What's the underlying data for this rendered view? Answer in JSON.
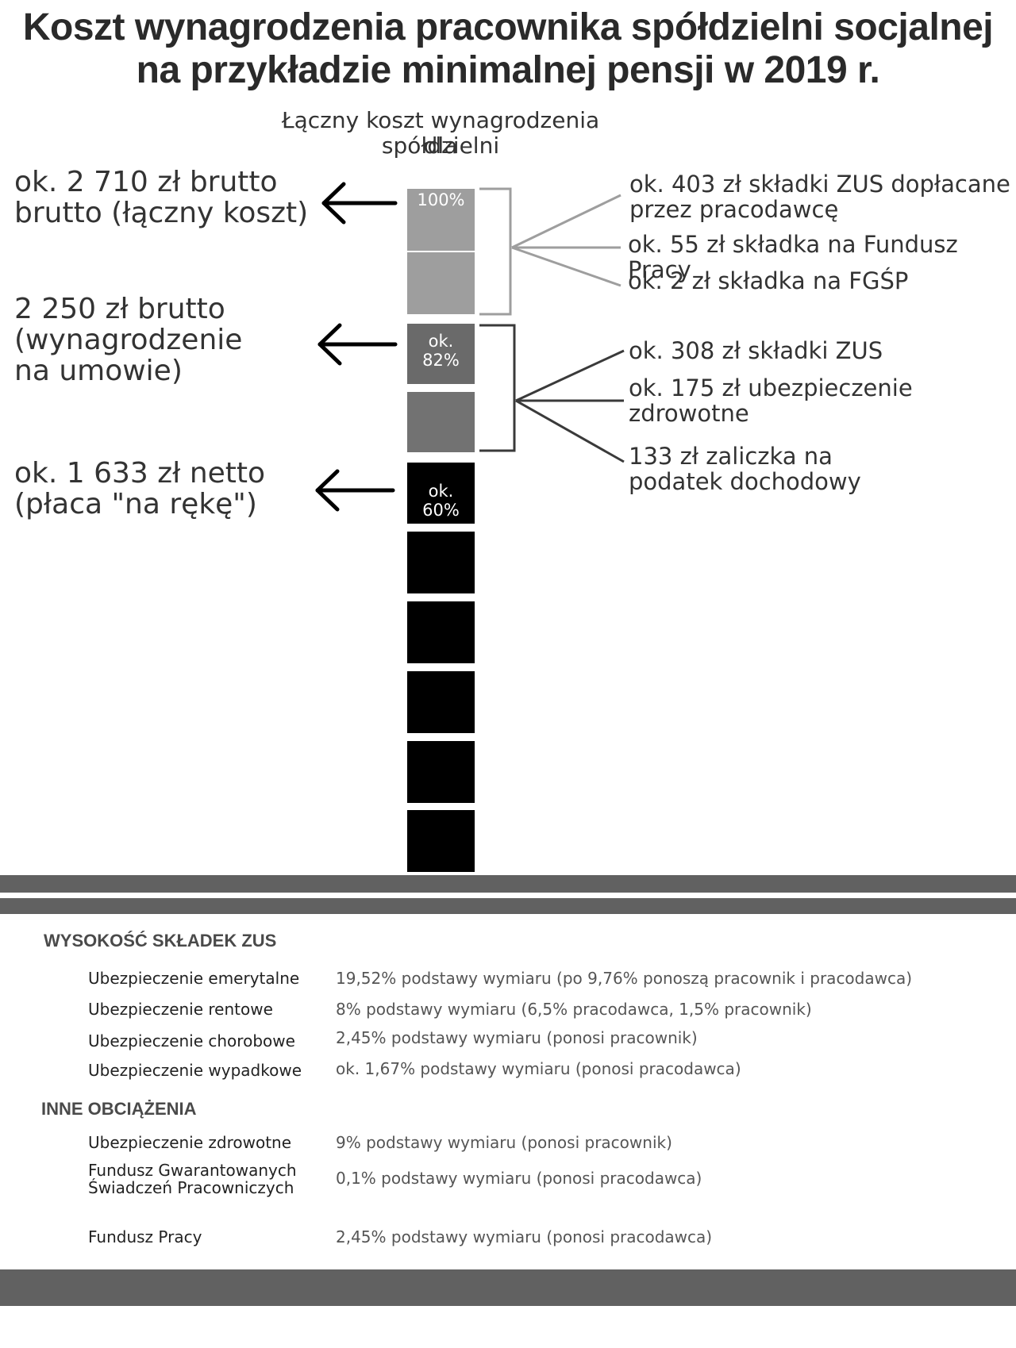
{
  "title": {
    "line1": "Koszt wynagrodzenia pracownika spółdzielni socjalnej",
    "line2": "na przykładzie minimalnej pensji w 2019 r."
  },
  "bar_header": {
    "line1": "Łączny koszt wynagrodzenia dla",
    "line2": "spółdzielni"
  },
  "left_labels": [
    {
      "line1": "ok. 2 710 zł brutto",
      "line2": "brutto (łączny koszt)"
    },
    {
      "line1": "2 250 zł brutto",
      "line2": "(wynagrodzenie",
      "line3": "na umowie)"
    },
    {
      "line1": "ok. 1 633 zł netto",
      "line2": "(płaca \"na rękę\")"
    }
  ],
  "bar": {
    "label_100": "100%",
    "label_82": "ok. 82%",
    "label_60": "ok. 60%",
    "colors": {
      "employer": "#9e9e9e",
      "deductions": "#707070",
      "net": "#000000"
    }
  },
  "right_top": [
    {
      "line1": "ok. 403 zł składki ZUS dopłacane",
      "line2": "przez pracodawcę"
    },
    {
      "line1": "ok. 55 zł składka na Fundusz Pracy"
    },
    {
      "line1": "ok. 2 zł składka na FGŚP"
    }
  ],
  "right_mid": [
    {
      "line1": "ok. 308 zł składki ZUS"
    },
    {
      "line1": "ok. 175 zł ubezpieczenie",
      "line2": "zdrowotne"
    },
    {
      "line1": "133 zł zaliczka na",
      "line2": "podatek dochodowy"
    }
  ],
  "zus_section": {
    "title": "WYSOKOŚĆ SKŁADEK ZUS",
    "rows": [
      {
        "name": "Ubezpieczenie emerytalne",
        "value": "19,52% podstawy wymiaru (po 9,76% ponoszą pracownik i pracodawca)"
      },
      {
        "name": "Ubezpieczenie rentowe",
        "value": "8% podstawy wymiaru (6,5% pracodawca, 1,5% pracownik)"
      },
      {
        "name": "Ubezpieczenie chorobowe",
        "value": "2,45% podstawy wymiaru (ponosi pracownik)"
      },
      {
        "name": "Ubezpieczenie wypadkowe",
        "value": "ok. 1,67% podstawy wymiaru (ponosi pracodawca)"
      }
    ]
  },
  "other_section": {
    "title": "INNE OBCIĄŻENIA",
    "rows": [
      {
        "name": "Ubezpieczenie zdrowotne",
        "value": "9% podstawy wymiaru (ponosi pracownik)"
      },
      {
        "name_line1": "Fundusz Gwarantowanych",
        "name_line2": "Świadczeń Pracowniczych",
        "value": "0,1% podstawy wymiaru (ponosi pracodawca)"
      },
      {
        "name": "Fundusz Pracy",
        "value": "2,45% podstawy wymiaru (ponosi pracodawca)"
      }
    ]
  }
}
